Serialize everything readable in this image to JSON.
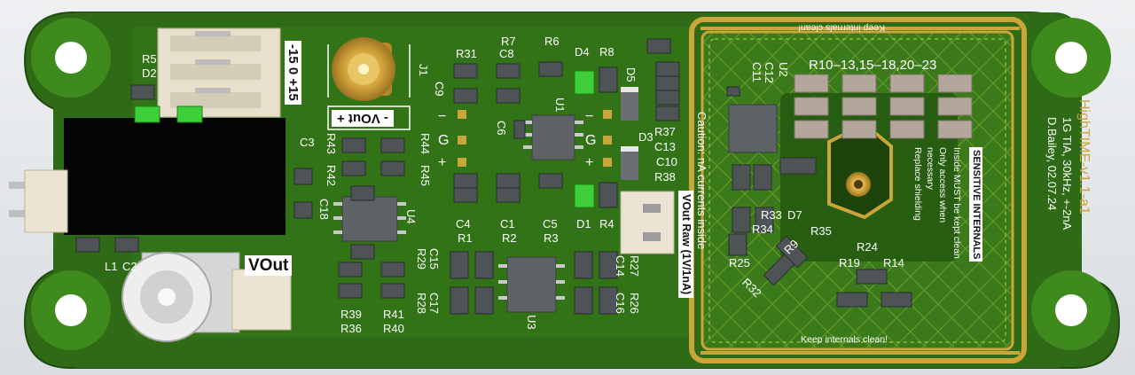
{
  "board": {
    "title": "HighTIME-v1.1-a1",
    "subtitle": "1G TIA, 30kHz, +-2nA",
    "author_line": "D.Bailey, 02.07.24"
  },
  "labels": {
    "supply": "-15  0 +15",
    "vout_minus_plus": "- VOut +",
    "vout": "VOut",
    "vout_raw": "VOut Raw (1V/1nA)",
    "caution": "Caution: nA currents inside",
    "keep_clean": "Keep internals clean!",
    "sensitive_internals": "SENSITIVE INTERNALS",
    "sens_note_1": "Inside MUST be kept clean",
    "sens_note_2": "Only access when",
    "sens_note_3": "necessary",
    "sens_note_4": "Replace shielding",
    "rail_minus": "−",
    "rail_g": "G",
    "rail_plus": "+",
    "resistor_array": "R10–13,15–18,20–23"
  },
  "refdes": {
    "R5": "R5",
    "D2": "D2",
    "J1": "J1",
    "R31": "R31",
    "R7": "R7",
    "C8": "C8",
    "R6": "R6",
    "D4": "D4",
    "R8": "R8",
    "D5": "D5",
    "C9": "C9",
    "C6": "C6",
    "U1": "U1",
    "D3": "D3",
    "R37": "R37",
    "C13": "C13",
    "C10": "C10",
    "R38": "R38",
    "C3": "C3",
    "R43": "R43",
    "R42": "R42",
    "R44": "R44",
    "R45": "R45",
    "C18": "C18",
    "U4": "U4",
    "C4": "C4",
    "R1": "R1",
    "C1": "C1",
    "R2": "R2",
    "C5": "C5",
    "R3": "R3",
    "D1": "D1",
    "R4": "R4",
    "L1": "L1",
    "C2": "C2",
    "C15": "C15",
    "R29": "R29",
    "C17": "C17",
    "R28": "R28",
    "U3": "U3",
    "C14": "C14",
    "C16": "C16",
    "R27": "R27",
    "R26": "R26",
    "R39": "R39",
    "R36": "R36",
    "R41": "R41",
    "R40": "R40",
    "U2": "U2",
    "C12": "C12",
    "C11": "C11",
    "R33": "R33",
    "R34": "R34",
    "D7": "D7",
    "R35": "R35",
    "R25": "R25",
    "R9": "R9",
    "R32": "R32",
    "R24": "R24",
    "R19": "R19",
    "R14": "R14"
  },
  "colors": {
    "pcb": "#2f6b16",
    "pcb_light": "#3f8a1e",
    "gold": "#c9a53a",
    "silkscreen": "#ffffff",
    "chip": "#5d6266",
    "smd": "#4e5356",
    "led": "#3ecf3a",
    "tan": "#b3a79b"
  }
}
